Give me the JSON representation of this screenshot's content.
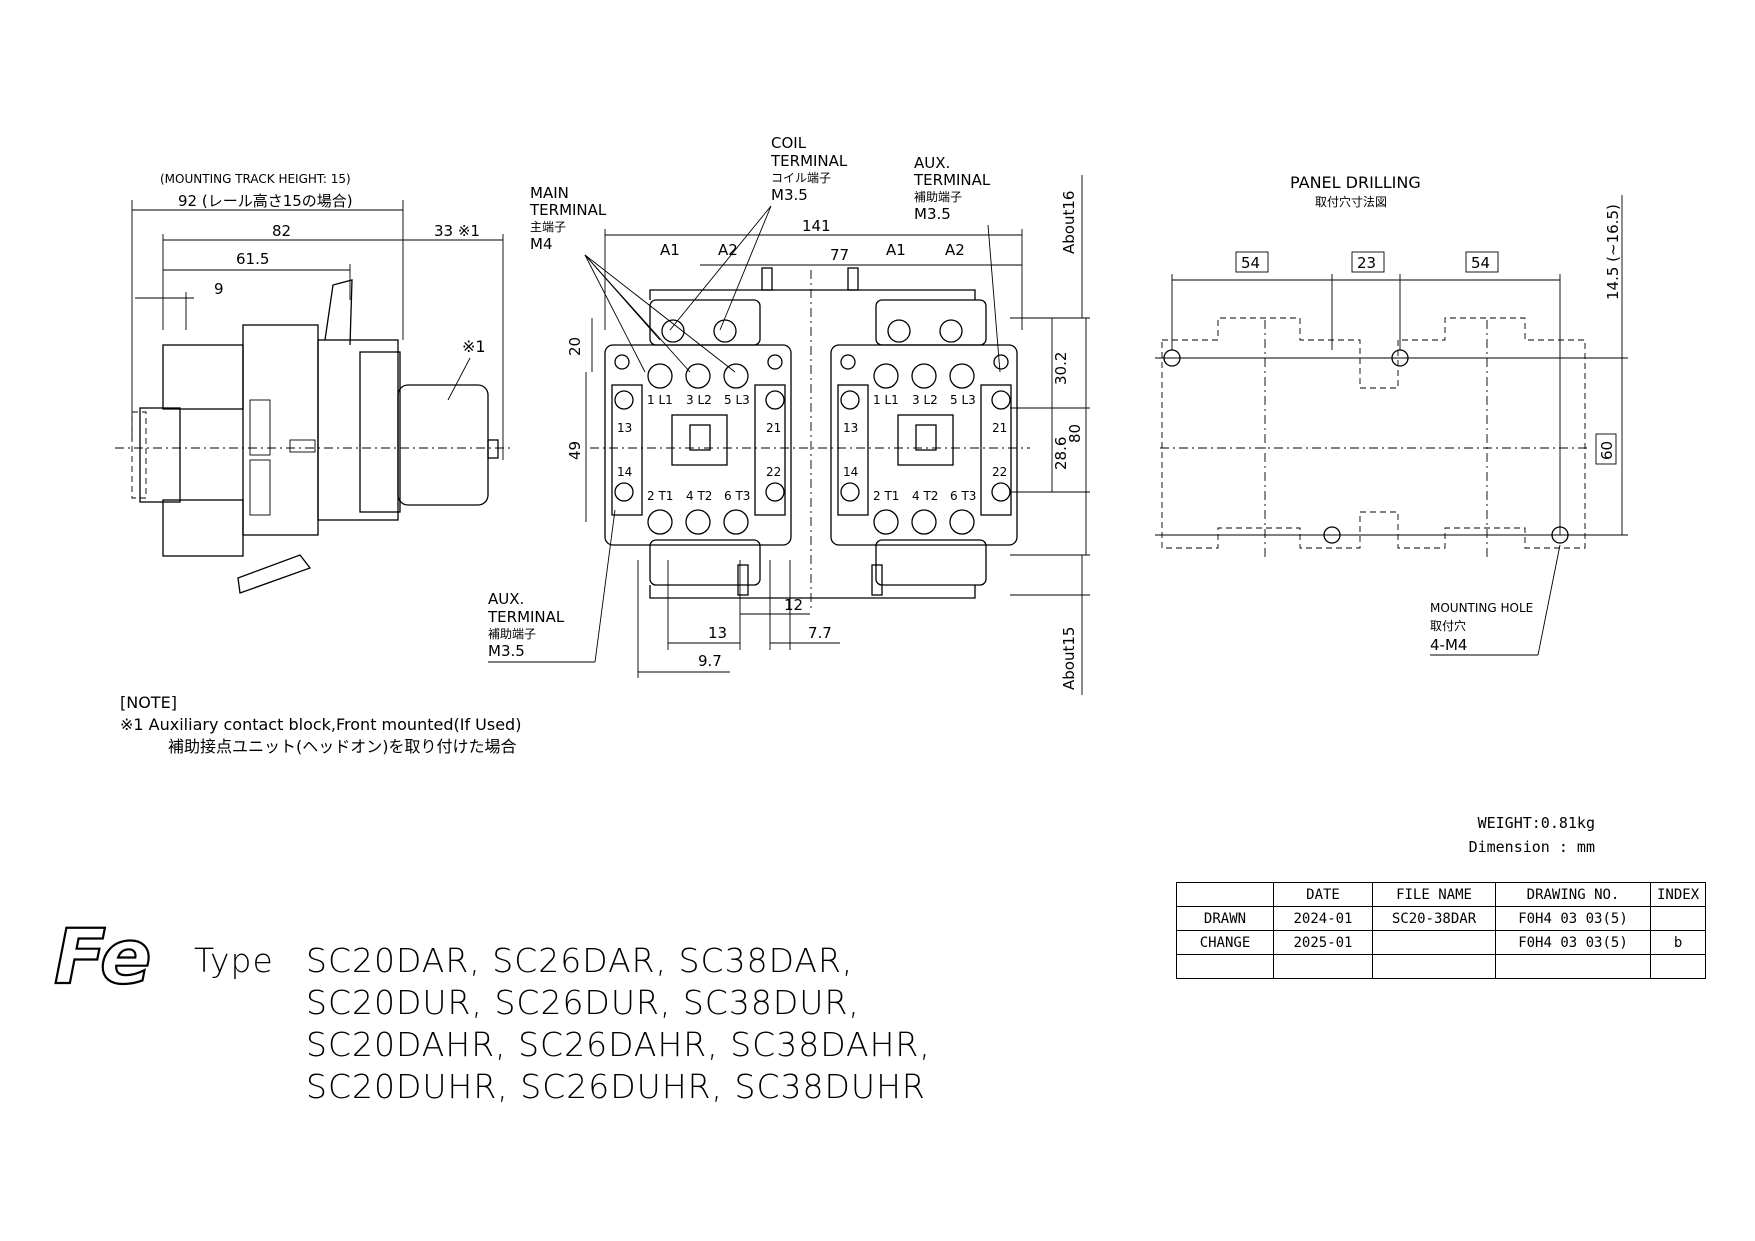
{
  "side_view": {
    "track_note": "(MOUNTING TRACK HEIGHT: 15)",
    "dim_92": "92 (レール高さ15の場合)",
    "dim_82": "82",
    "dim_61_5": "61.5",
    "dim_9": "9",
    "dim_33": "33 ※1",
    "callout_1": "※1"
  },
  "front_view": {
    "main_terminal": [
      "MAIN",
      "TERMINAL",
      "主端子",
      "M4"
    ],
    "coil_terminal": [
      "COIL",
      "TERMINAL",
      "コイル端子",
      "M3.5"
    ],
    "aux_terminal_top": [
      "AUX.",
      "TERMINAL",
      "補助端子",
      "M3.5"
    ],
    "aux_terminal_bottom": [
      "AUX.",
      "TERMINAL",
      "補助端子",
      "M3.5"
    ],
    "dim_141": "141",
    "dim_77": "77",
    "a1": "A1",
    "a2": "A2",
    "dim_20": "20",
    "dim_49": "49",
    "dim_30_2": "30.2",
    "dim_28_6": "28.6",
    "dim_80": "80",
    "about16": "About16",
    "about15": "About15",
    "dim_12": "12",
    "dim_13": "13",
    "dim_7_7": "7.7",
    "dim_9_7": "9.7",
    "top_terminals": [
      "1 L1",
      "3 L2",
      "5 L3"
    ],
    "bottom_terminals": [
      "2 T1",
      "4 T2",
      "6 T3"
    ],
    "aux_nums": [
      "13",
      "14",
      "21",
      "22"
    ]
  },
  "panel_drilling": {
    "title": "PANEL DRILLING",
    "title_jp": "取付穴寸法図",
    "dim_54a": "54",
    "dim_23": "23",
    "dim_54b": "54",
    "dim_14_5": "14.5 (~16.5)",
    "dim_60": "60",
    "mounting_hole": [
      "MOUNTING HOLE",
      "取付穴",
      "4-M4"
    ]
  },
  "note": {
    "heading": "[NOTE]",
    "line1": "※1  Auxiliary contact block,Front mounted(If Used)",
    "line2": "補助接点ユニット(ヘッドオン)を取り付けた場合"
  },
  "weight": "WEIGHT:0.81kg",
  "units": "Dimension : mm",
  "title_block": {
    "headers": [
      "",
      "DATE",
      "FILE NAME",
      "DRAWING NO.",
      "INDEX"
    ],
    "rows": [
      [
        "DRAWN",
        "2024-01",
        "SC20-38DAR",
        "F0H4 03 03(5)",
        ""
      ],
      [
        "CHANGE",
        "2025-01",
        "",
        "F0H4 03 03(5)",
        "b"
      ],
      [
        "",
        "",
        "",
        "",
        ""
      ]
    ]
  },
  "logo_text": "Fe",
  "type_word": "Type",
  "types": [
    "SC20DAR, SC26DAR, SC38DAR,",
    "SC20DUR, SC26DUR, SC38DUR,",
    "SC20DAHR, SC26DAHR, SC38DAHR,",
    "SC20DUHR, SC26DUHR, SC38DUHR"
  ]
}
